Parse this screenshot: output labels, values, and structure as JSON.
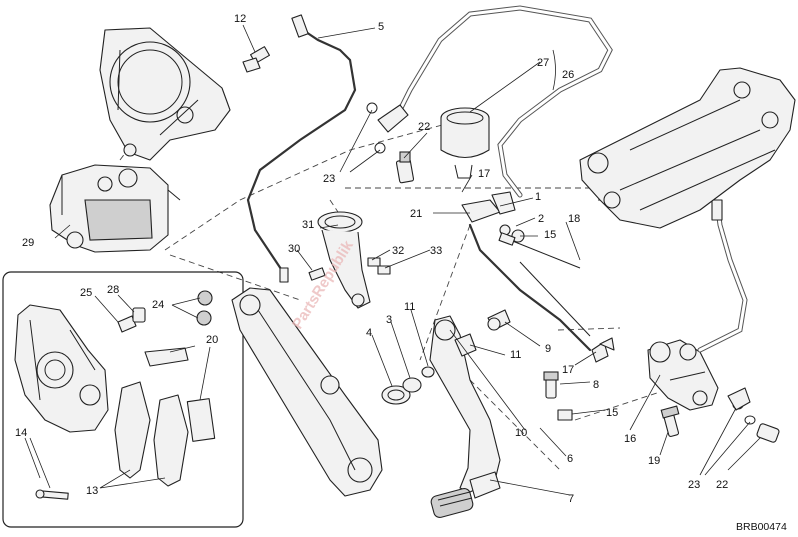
{
  "diagram": {
    "reference_code": "BRB00474",
    "watermark": "PartsRepublik",
    "callouts": {
      "c1": "1",
      "c2": "2",
      "c3": "3",
      "c4": "4",
      "c5": "5",
      "c6": "6",
      "c7": "7",
      "c8": "8",
      "c9": "9",
      "c10": "10",
      "c11a": "11",
      "c11b": "11",
      "c12": "12",
      "c13": "13",
      "c14": "14",
      "c15a": "15",
      "c15b": "15",
      "c16": "16",
      "c17a": "17",
      "c17b": "17",
      "c18": "18",
      "c19": "19",
      "c20": "20",
      "c21": "21",
      "c22a": "22",
      "c22b": "22",
      "c23a": "23",
      "c23b": "23",
      "c24": "24",
      "c25": "25",
      "c26": "26",
      "c27": "27",
      "c28": "28",
      "c29": "29",
      "c30": "30",
      "c31": "31",
      "c32": "32",
      "c33": "33"
    },
    "colors": {
      "line": "#222222",
      "watermark": "#e9b7b7",
      "background": "#ffffff"
    }
  }
}
